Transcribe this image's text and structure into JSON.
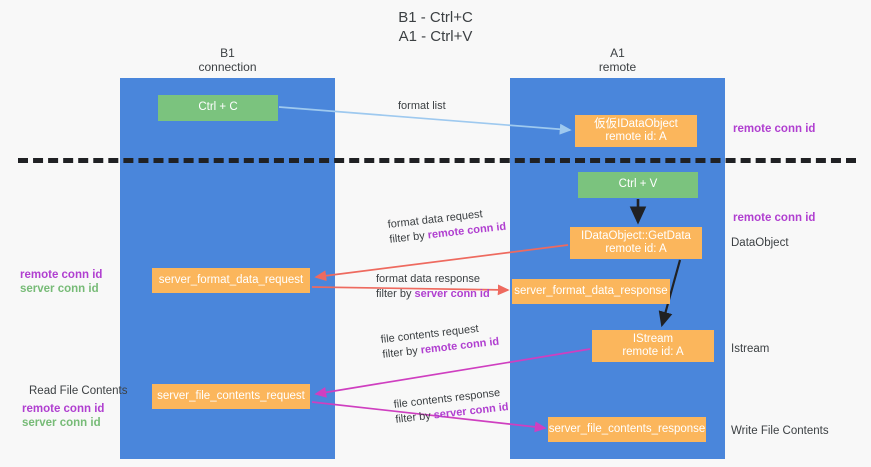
{
  "title": {
    "line1": "B1 - Ctrl+C",
    "line2": "A1 - Ctrl+V"
  },
  "columns": {
    "left": {
      "name": "B1",
      "role": "connection"
    },
    "right": {
      "name": "A1",
      "role": "remote"
    }
  },
  "nodes": {
    "ctrl_c": {
      "label": "Ctrl + C",
      "color": "#7bc37e"
    },
    "ctrl_v": {
      "label": "Ctrl + V",
      "color": "#7bc37e"
    },
    "idataobject": {
      "line1": "仮仮IDataObject",
      "line2": "remote id: A",
      "color": "#fbb65c"
    },
    "getdata": {
      "line1": "IDataObject::GetData",
      "line2": "remote id: A",
      "color": "#fbb65c"
    },
    "istream": {
      "line1": "IStream",
      "line2": "remote id: A",
      "color": "#fbb65c"
    },
    "server_format_data_request": {
      "label": "server_format_data_request",
      "color": "#fbb65c"
    },
    "server_format_data_response": {
      "label": "server_format_data_response",
      "color": "#fbb65c"
    },
    "server_file_contents_request": {
      "label": "server_file_contents_request",
      "color": "#fbb65c"
    },
    "server_file_contents_response": {
      "label": "server_file_contents_response",
      "color": "#fbb65c"
    }
  },
  "arrow_labels": {
    "format_list": "format list",
    "format_data_request": "format data request",
    "format_data_request_filter_prefix": "filter by ",
    "format_data_request_filter_key": "remote conn id",
    "format_data_response": "format data response",
    "format_data_response_filter_prefix": "filter by ",
    "format_data_response_filter_key": "server conn id",
    "file_contents_request": "file contents request",
    "file_contents_request_filter_prefix": "filter by ",
    "file_contents_request_filter_key": "remote conn id",
    "file_contents_response": "file contents response",
    "file_contents_response_filter_prefix": "filter by ",
    "file_contents_response_filter_key": "server conn id"
  },
  "annotations": {
    "right": {
      "remote_conn_id_top": "remote conn id",
      "remote_conn_id_mid": "remote conn id",
      "dataobject": "DataObject",
      "istream": "Istream",
      "write_file_contents": "Write File Contents"
    },
    "left": {
      "remote_conn_id_mid": "remote conn id",
      "server_conn_id_mid": "server conn id",
      "read_file_contents": "Read File Contents",
      "remote_conn_id_bottom": "remote conn id",
      "server_conn_id_bottom": "server conn id"
    }
  },
  "colors": {
    "lane": "#4a86db",
    "green_node": "#7bc37e",
    "orange_node": "#fbb65c",
    "purple_text": "#b03fd0",
    "green_text": "#77bb77",
    "light_blue_arrow": "#9ec9ef",
    "red_arrow": "#ee6a5f",
    "magenta_arrow": "#cf3fc0",
    "dark_arrow": "#202124",
    "background": "#f8f8f8"
  }
}
